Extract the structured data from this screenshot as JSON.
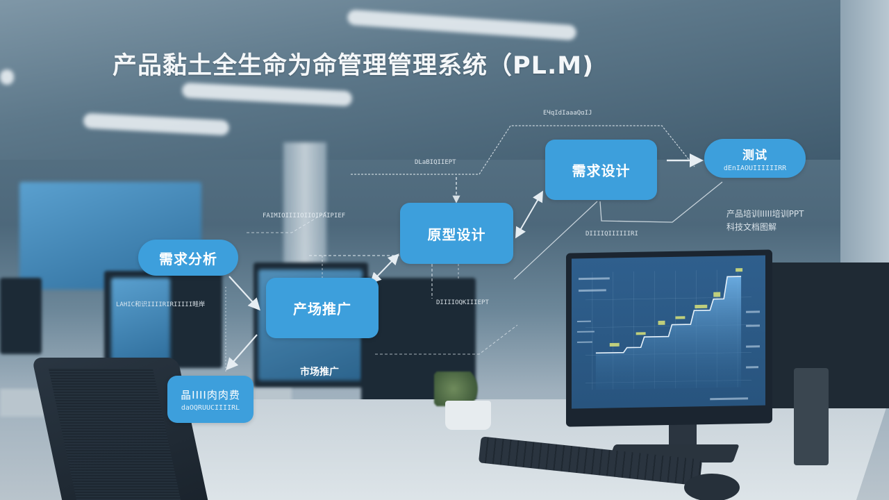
{
  "title": "产品黏土全生命为命管理管理系统（PL.M)",
  "colors": {
    "node_fill": "#3d9fdc",
    "node_text": "#ffffff",
    "connector": "#e6edf2",
    "title_text": "#f4f7f9",
    "background": "#5f7a8c"
  },
  "diagram": {
    "nodes": [
      {
        "id": "demand-analysis",
        "label": "需求分析",
        "shape": "pill"
      },
      {
        "id": "market-promo",
        "label": "产场推广",
        "shape": "rounded-rect"
      },
      {
        "id": "prototype-design",
        "label": "原型设计",
        "shape": "rounded-rect"
      },
      {
        "id": "demand-design",
        "label": "需求设计",
        "shape": "rounded-rect"
      },
      {
        "id": "testing",
        "label": "测试",
        "sublabel": "dEnIAOUIIIIIIRR",
        "shape": "pill"
      },
      {
        "id": "bottom-left-node",
        "label": "晶IIII肉肉费",
        "sublabel": "daOQRUUCIIIIRL",
        "shape": "rounded-rect"
      }
    ],
    "edges": [
      {
        "from": "demand-analysis",
        "to": "market-promo",
        "style": "solid-arrow"
      },
      {
        "from": "market-promo",
        "to": "bottom-left-node",
        "style": "solid-arrow"
      },
      {
        "from": "market-promo",
        "to": "prototype-design",
        "style": "double-arrow"
      },
      {
        "from": "prototype-design",
        "to": "demand-design",
        "style": "double-arrow"
      },
      {
        "from": "demand-design",
        "to": "testing",
        "style": "solid-arrow"
      },
      {
        "from": "label-top",
        "to": "prototype-design",
        "style": "dashed-arrow"
      },
      {
        "from": "demand-design",
        "to": "testing",
        "style": "dashed-path"
      }
    ],
    "annotations": [
      {
        "id": "annot-top",
        "text": "EЧqIdIaaaQɑIJ"
      },
      {
        "id": "annot-ppt",
        "text": "DLaBIQIIEPT"
      },
      {
        "id": "annot-left-mid",
        "text": "FAIMIOIIIIOIIOIPAIPIEF"
      },
      {
        "id": "annot-left",
        "text": "LAHIC和识IIIIRIRIIIII畦岸"
      },
      {
        "id": "annot-right-ppt",
        "text": "DIIIIOQKIIIEPT"
      },
      {
        "id": "annot-mid-bottom",
        "text": "DIIIIQIIIIIIRI"
      },
      {
        "id": "annot-market",
        "text": "市场推广"
      },
      {
        "id": "annot-right-line1",
        "text": "产品培训IIIII培训PPT"
      },
      {
        "id": "annot-right-line2",
        "text": "科技文档图解"
      }
    ]
  },
  "screen_chart": {
    "type": "step-area",
    "description": "Rising step chart displayed on the desk monitor",
    "steps": [
      1,
      1,
      2,
      2.5,
      3,
      3.6,
      4.2,
      5.2
    ]
  }
}
